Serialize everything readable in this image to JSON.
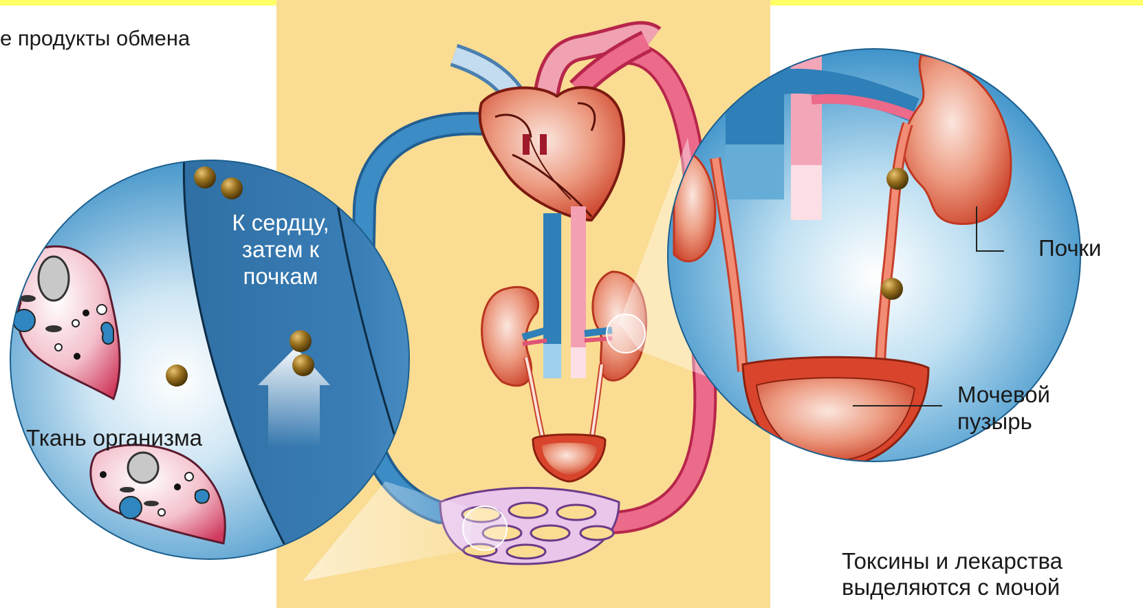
{
  "labels": {
    "top_left": "е продукты обмена",
    "tissue": "Ткань организма",
    "vessel_line1": "К сердцу,",
    "vessel_line2": "затем к",
    "vessel_line3": "почкам",
    "kidneys": "Почки",
    "bladder_line1": "Мочевой",
    "bladder_line2": "пузырь",
    "bottom_line1": "Токсины и лекарства",
    "bottom_line2": "выделяются с мочой"
  },
  "colors": {
    "center_panel": "#fadc92",
    "magnifier_blue": "#2f86c0",
    "vein": "#2f7fb8",
    "artery": "#e05474",
    "organ_red": "#d8452c",
    "particle": "#8a6418",
    "highlight_bar": "#ffff66"
  }
}
